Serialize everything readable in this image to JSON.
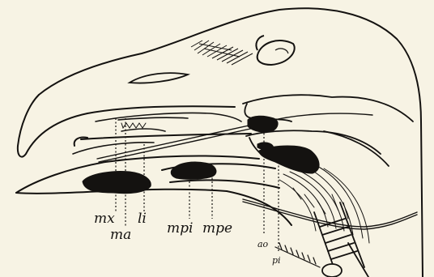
{
  "labels": {
    "mx": "mx",
    "li": "li",
    "ma": "ma",
    "mpi": "mpi",
    "mpe": "mpe",
    "ao": "ao",
    "pi": "pi"
  },
  "colors": {
    "paper": "#f7f3e4",
    "ink": "#141210"
  }
}
